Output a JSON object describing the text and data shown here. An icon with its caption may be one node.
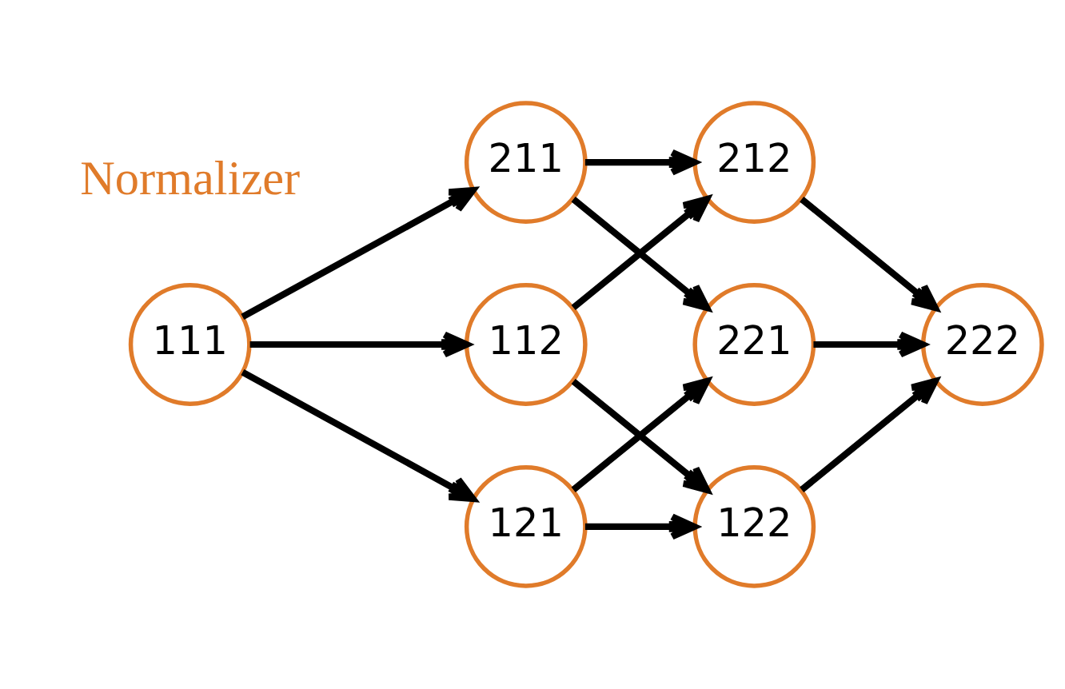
{
  "diagram": {
    "nodes": [
      {
        "text": [
          "211"
        ]
      },
      {
        "text": [
          "212"
        ]
      },
      {
        "text": [
          "111"
        ]
      },
      {
        "text": [
          "112"
        ]
      },
      {
        "text": [
          "221"
        ]
      },
      {
        "text": [
          "222"
        ]
      },
      {
        "text": [
          "121"
        ]
      },
      {
        "text": [
          "122"
        ]
      }
    ],
    "edges": [
      {
        "from": 2,
        "to": 0,
        "arrow": "to"
      },
      {
        "from": 2,
        "to": 3,
        "arrow": "to"
      },
      {
        "from": 2,
        "to": 6,
        "arrow": "to"
      },
      {
        "from": 0,
        "to": 1,
        "arrow": "to"
      },
      {
        "from": 0,
        "to": 4,
        "arrow": "to"
      },
      {
        "from": 3,
        "to": 1,
        "arrow": "to"
      },
      {
        "from": 3,
        "to": 7,
        "arrow": "to"
      },
      {
        "from": 6,
        "to": 4,
        "arrow": "to"
      },
      {
        "from": 6,
        "to": 7,
        "arrow": "to"
      },
      {
        "from": 4,
        "to": 5,
        "arrow": "to"
      },
      {
        "from": 1,
        "to": 5,
        "arrow": "to"
      },
      {
        "from": 7,
        "to": 5,
        "arrow": "to"
      }
    ],
    "labels": [
      "Normalizer"
    ]
  }
}
